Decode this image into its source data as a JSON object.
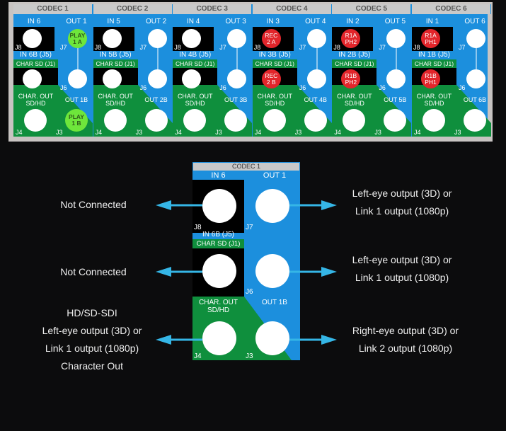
{
  "panel": {
    "codecs": [
      {
        "title": "CODEC 1",
        "in_label": "IN 6",
        "out_label": "OUT 1",
        "inb_label": "IN 6B (J5)",
        "char_sd": "CHAR SD (J1)",
        "char_out": [
          "CHAR. OUT",
          "SD/HD"
        ],
        "outb_label": "OUT 1B",
        "in_badge": null,
        "inb_badge": null,
        "out_badge": [
          "PLAY",
          "1 A"
        ],
        "outb_badge": [
          "PLAY",
          "1 B"
        ]
      },
      {
        "title": "CODEC 2",
        "in_label": "IN 5",
        "out_label": "OUT 2",
        "inb_label": "IN 5B (J5)",
        "char_sd": "CHAR SD (J1)",
        "char_out": [
          "CHAR. OUT",
          "SD/HD"
        ],
        "outb_label": "OUT 2B",
        "in_badge": null,
        "inb_badge": null,
        "out_badge": null,
        "outb_badge": null
      },
      {
        "title": "CODEC 3",
        "in_label": "IN 4",
        "out_label": "OUT 3",
        "inb_label": "IN 4B (J5)",
        "char_sd": "CHAR SD (J1)",
        "char_out": [
          "CHAR. OUT",
          "SD/HD"
        ],
        "outb_label": "OUT 3B",
        "in_badge": null,
        "inb_badge": null,
        "out_badge": null,
        "outb_badge": null
      },
      {
        "title": "CODEC 4",
        "in_label": "IN 3",
        "out_label": "OUT 4",
        "inb_label": "IN 3B (J5)",
        "char_sd": "CHAR SD (J1)",
        "char_out": [
          "CHAR. OUT",
          "SD/HD"
        ],
        "outb_label": "OUT 4B",
        "in_badge": [
          "REC",
          "2 A"
        ],
        "inb_badge": [
          "REC",
          "2 B"
        ],
        "out_badge": null,
        "outb_badge": null
      },
      {
        "title": "CODEC 5",
        "in_label": "IN 2",
        "out_label": "OUT 5",
        "inb_label": "IN 2B (J5)",
        "char_sd": "CHAR SD (J1)",
        "char_out": [
          "CHAR. OUT",
          "SD/HD"
        ],
        "outb_label": "OUT 5B",
        "in_badge": [
          "R1A",
          "PH2"
        ],
        "inb_badge": [
          "R1B",
          "PH2"
        ],
        "out_badge": null,
        "outb_badge": null
      },
      {
        "title": "CODEC 6",
        "in_label": "IN 1",
        "out_label": "OUT 6",
        "inb_label": "IN 1B (J5)",
        "char_sd": "CHAR SD (J1)",
        "char_out": [
          "CHAR. OUT",
          "SD/HD"
        ],
        "outb_label": "OUT 6B",
        "in_badge": [
          "R1A",
          "PH1"
        ],
        "inb_badge": [
          "R1B",
          "PH1"
        ],
        "out_badge": null,
        "outb_badge": null
      }
    ],
    "jacks": {
      "j8": "J8",
      "j7": "J7",
      "j6": "J6",
      "j4": "J4",
      "j3": "J3"
    }
  },
  "detail": {
    "title": "CODEC 1",
    "in_label": "IN 6",
    "out_label": "OUT 1",
    "inb_label": "IN 6B (J5)",
    "char_sd": "CHAR SD (J1)",
    "char_out_1": "CHAR. OUT",
    "char_out_2": "SD/HD",
    "outb_label": "OUT 1B",
    "jacks": {
      "j8": "J8",
      "j7": "J7",
      "j6": "J6",
      "j4": "J4",
      "j3": "J3"
    },
    "left": {
      "j8": "Not Connected",
      "j5": "Not Connected",
      "j4": [
        "HD/SD-SDI",
        "Left-eye output (3D) or",
        "Link 1 output (1080p)",
        "Character Out"
      ]
    },
    "right": {
      "j7": [
        "Left-eye output (3D) or",
        "Link 1 output (1080p)"
      ],
      "j6": [
        "Left-eye output (3D) or",
        "Link 1 output (1080p)"
      ],
      "j3": [
        "Right-eye output (3D) or",
        "Link 2 output (1080p)"
      ]
    }
  },
  "colors": {
    "blue": "#1c8fdd",
    "green": "#0f8f3d",
    "red": "#e2252b",
    "lime": "#6ee63b",
    "arrow": "#35b6e6",
    "header": "#c9c9c9"
  }
}
